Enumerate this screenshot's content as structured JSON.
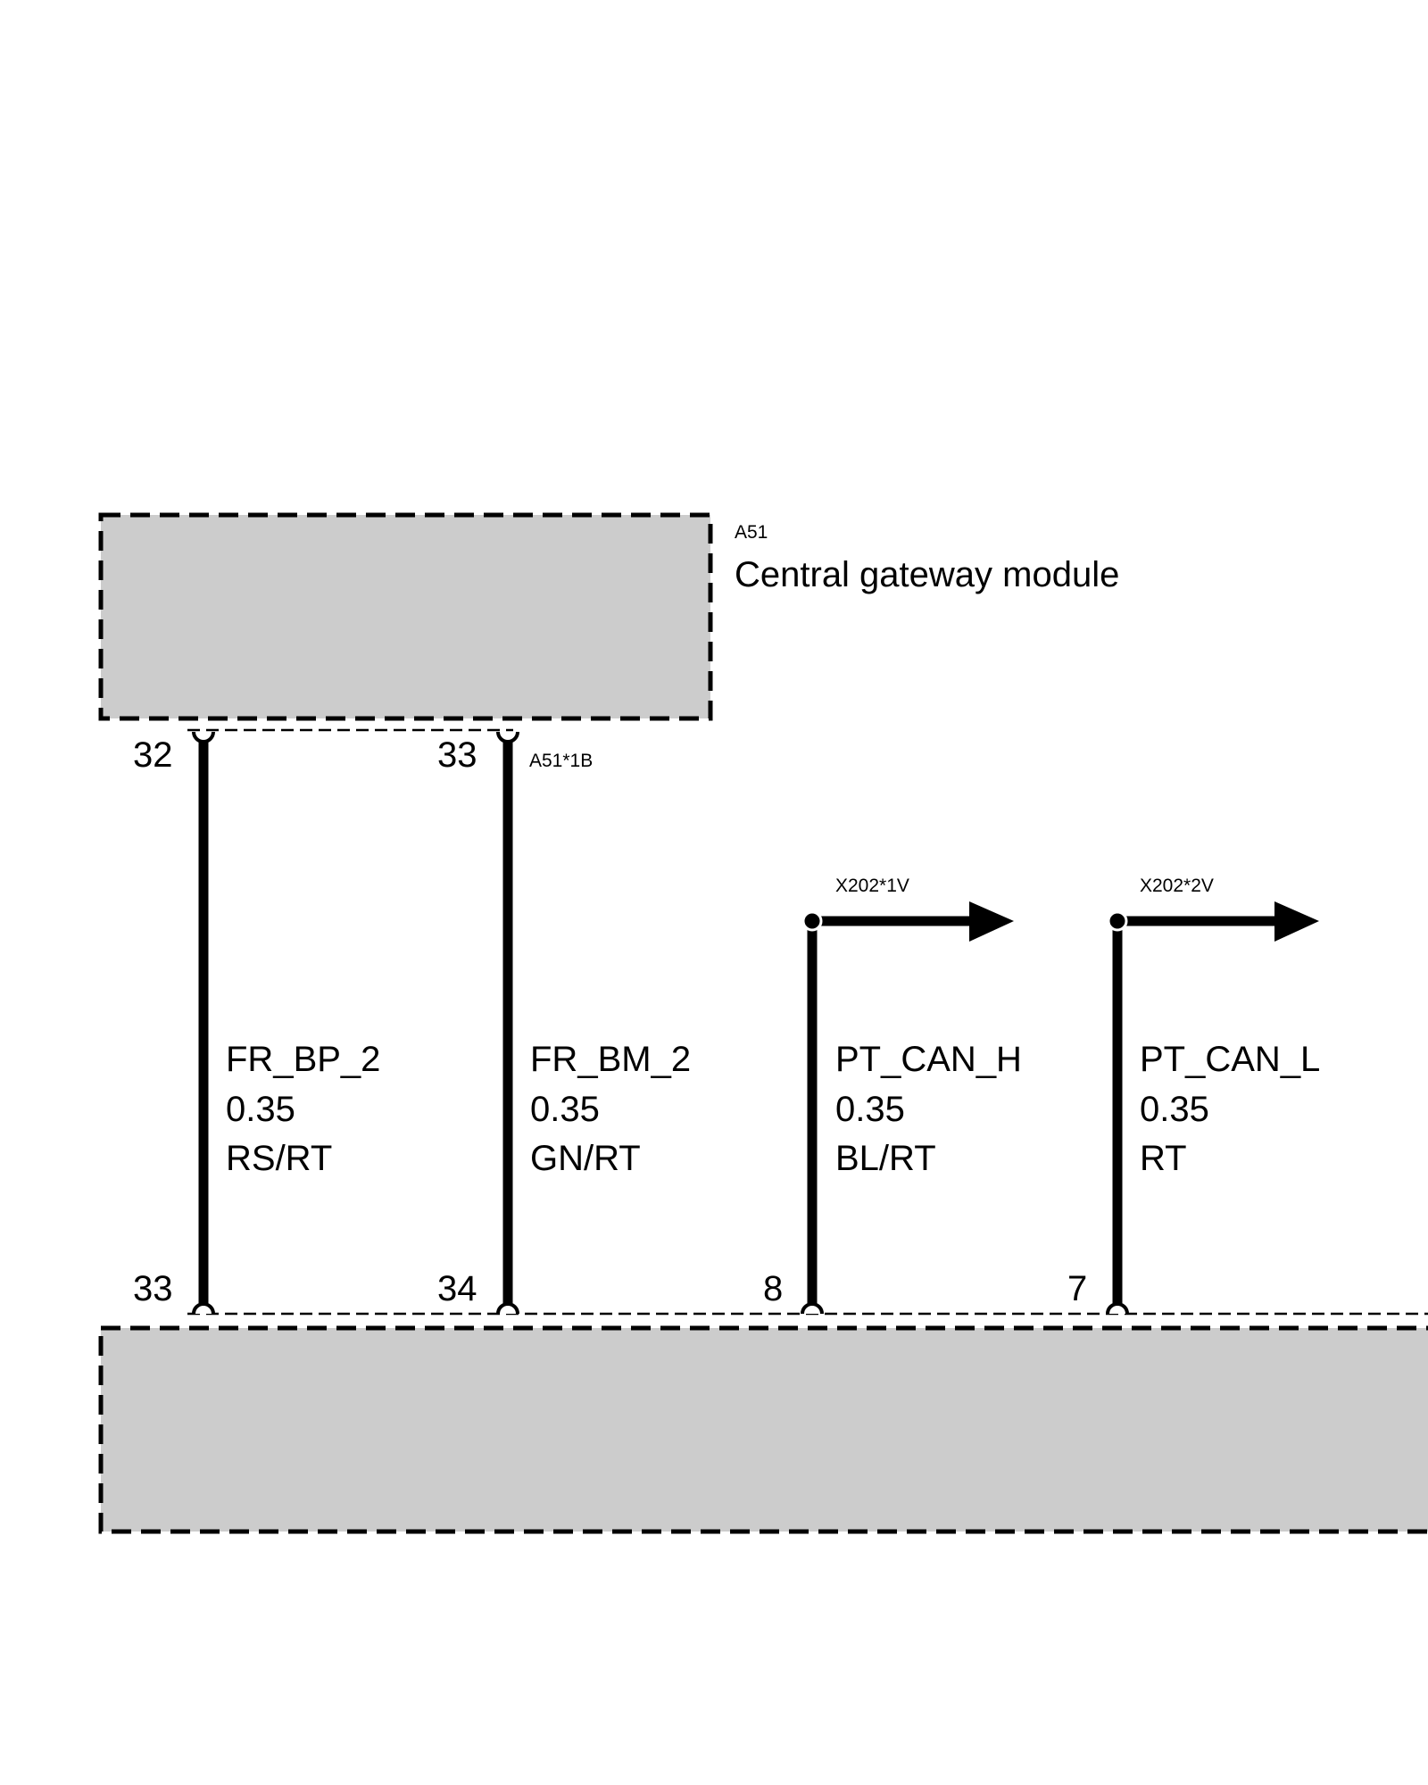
{
  "colors": {
    "module_fill": "#cccccc",
    "wire": "#000000",
    "background": "#ffffff"
  },
  "top_module": {
    "id": "A51",
    "name": "Central gateway module",
    "connector": "A51*1B"
  },
  "wires": [
    {
      "name": "FR_BP_2",
      "size": "0.35",
      "color": "RS/RT",
      "top_pin": "32",
      "bottom_pin": "33"
    },
    {
      "name": "FR_BM_2",
      "size": "0.35",
      "color": "GN/RT",
      "top_pin": "33",
      "bottom_pin": "34"
    },
    {
      "name": "PT_CAN_H",
      "size": "0.35",
      "color": "BL/RT",
      "branch_connector": "X202*1V",
      "bottom_pin": "8"
    },
    {
      "name": "PT_CAN_L",
      "size": "0.35",
      "color": "RT",
      "branch_connector": "X202*2V",
      "bottom_pin": "7"
    }
  ]
}
